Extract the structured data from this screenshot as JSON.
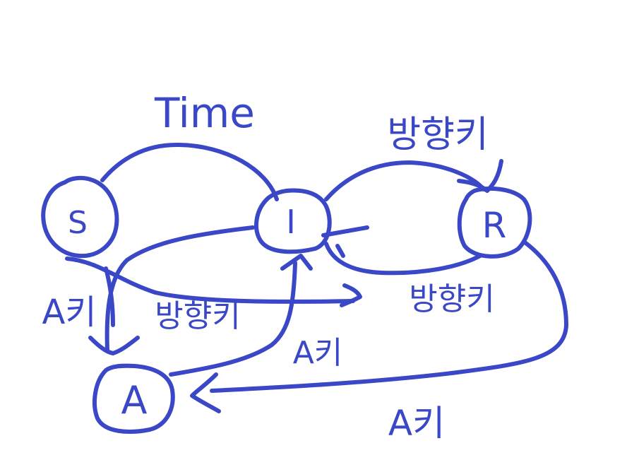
{
  "diagram": {
    "ink_color": "#3a48c7",
    "background": "#ffffff",
    "nodes": {
      "s": "S",
      "i": "I",
      "r": "R",
      "a": "A"
    },
    "labels": {
      "time": "Time",
      "direction_key_top": "방향키",
      "direction_key_middle": "방향키",
      "direction_key_left": "방향키",
      "a_key_left": "A키",
      "a_key_center": "A키",
      "a_key_bottom": "A키"
    }
  }
}
